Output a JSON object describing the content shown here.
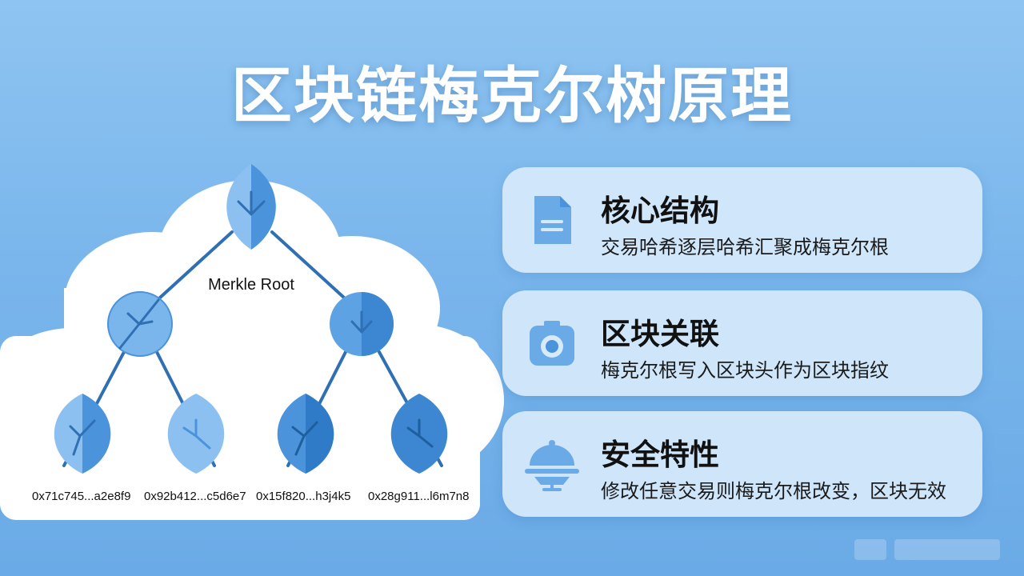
{
  "title": "区块链梅克尔树原理",
  "tree": {
    "root_label": "Merkle Root",
    "hashes": [
      "0x71c745...a2e8f9",
      "0x92b412...c5d6e7",
      "0x15f820...h3j4k5",
      "0x28g911...l6m7n8"
    ]
  },
  "cards": [
    {
      "title": "核心结构",
      "desc": "交易哈希逐层哈希汇聚成梅克尔根",
      "icon": "document-icon"
    },
    {
      "title": "区块关联",
      "desc": "梅克尔根写入区块头作为区块指纹",
      "icon": "camera-icon"
    },
    {
      "title": "安全特性",
      "desc": "修改任意交易则梅克尔根改变，区块无效",
      "icon": "cloche-icon"
    }
  ],
  "colors": {
    "background": "#7ab6ec",
    "card": "#d6eafb",
    "leaf_light": "#8cc0f0",
    "leaf_dark": "#3c86d2",
    "line": "#2f6fb4",
    "icon": "#6aaae6"
  }
}
